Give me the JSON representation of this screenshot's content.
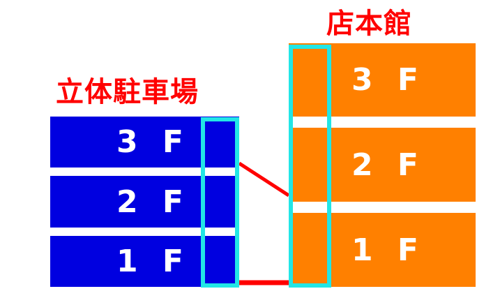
{
  "colors": {
    "parking": "#0000e0",
    "main": "#ff8000",
    "title": "#ff0000",
    "highlight": "#22e6e6",
    "connector": "#ff0000"
  },
  "parking": {
    "title": "立体駐車場",
    "floors": [
      "3 F",
      "2 F",
      "1 F"
    ]
  },
  "main_building": {
    "title": "店本館",
    "floors": [
      "3 F",
      "2 F",
      "1 F"
    ]
  }
}
